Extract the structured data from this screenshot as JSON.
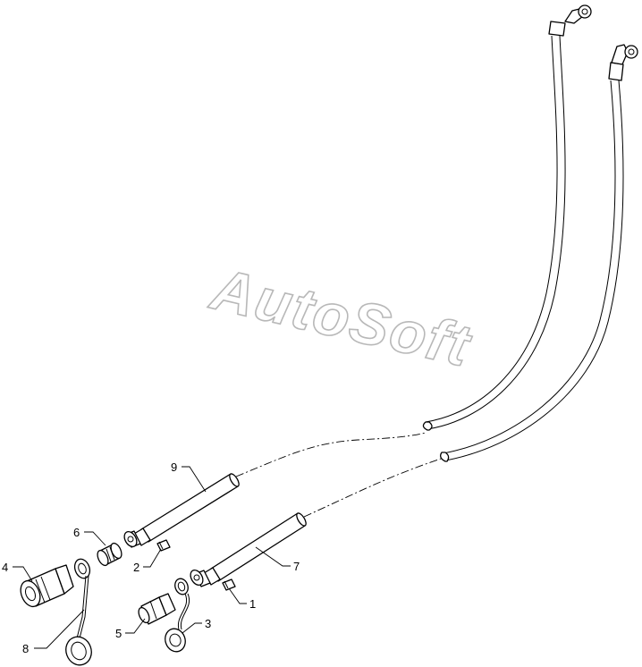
{
  "watermark": {
    "text": "AutoSoft",
    "color": "#b8b8b8"
  },
  "callouts": [
    {
      "id": "1",
      "label": "1"
    },
    {
      "id": "2",
      "label": "2"
    },
    {
      "id": "3",
      "label": "3"
    },
    {
      "id": "4",
      "label": "4"
    },
    {
      "id": "5",
      "label": "5"
    },
    {
      "id": "6",
      "label": "6"
    },
    {
      "id": "7",
      "label": "7"
    },
    {
      "id": "8",
      "label": "8"
    },
    {
      "id": "9",
      "label": "9"
    }
  ]
}
